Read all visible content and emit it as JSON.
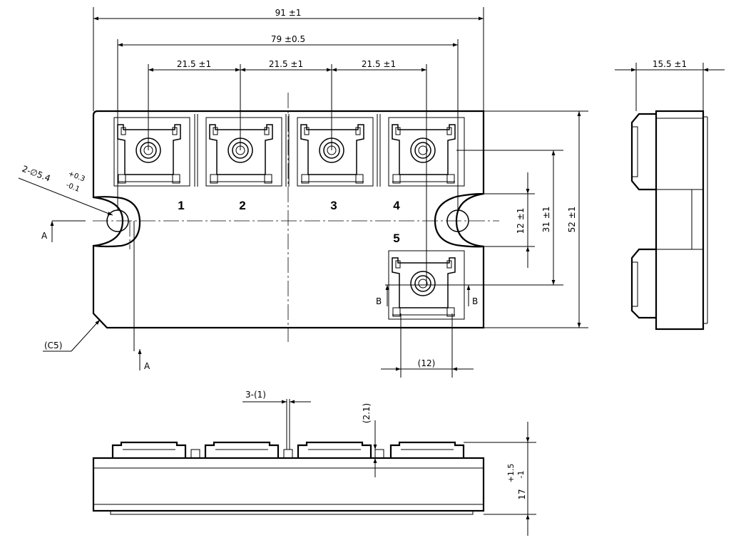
{
  "dimensions": {
    "overall_width": "91 ±1",
    "hole_pitch": "79 ±0.5",
    "terminal_pitch_1": "21.5 ±1",
    "terminal_pitch_2": "21.5 ±1",
    "terminal_pitch_3": "21.5 ±1",
    "side_thickness": "15.5 ±1",
    "overall_height": "52 ±1",
    "terminal5_offset": "31 ±1",
    "hole_offset": "12 ±1",
    "terminal5_width": "(12)",
    "hole_callout_main": "2-∅5.4",
    "hole_tol_plus": "+0.3",
    "hole_tol_minus": "-0.1",
    "chamfer": "(C5)",
    "slot_width": "3-(1)",
    "step_height": "(2.1)",
    "total_height_main": "17",
    "total_height_tol_plus": "+1.5",
    "total_height_tol_minus": "-1"
  },
  "terminals": [
    "1",
    "2",
    "3",
    "4",
    "5"
  ],
  "section_marks": {
    "a_top": "A",
    "a_bottom": "A",
    "b_left": "B",
    "b_right": "B"
  }
}
